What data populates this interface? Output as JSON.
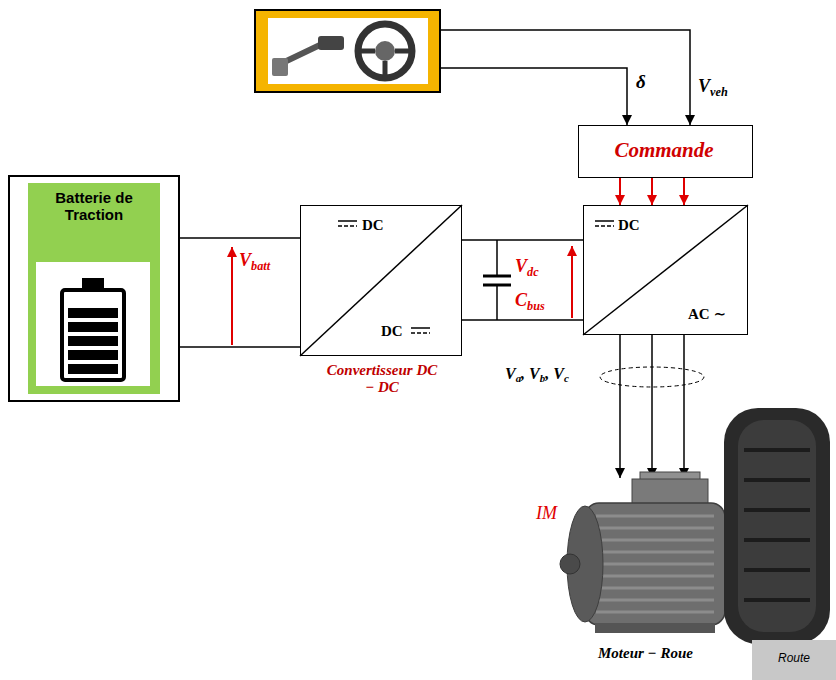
{
  "diagram": {
    "nodes": [
      {
        "text": [
          "Commande"
        ]
      },
      {
        "text": [
          "Batterie de Traction"
        ]
      },
      {
        "text": [
          "DC",
          "DC",
          "Convertisseur DC − DC"
        ]
      },
      {
        "text": [
          "DC",
          "AC ∼"
        ]
      },
      {
        "text": [
          "Route"
        ]
      }
    ],
    "edges": [
      {
        "from": 1,
        "to": 2,
        "arrow": "none"
      },
      {
        "from": 1,
        "to": 2,
        "arrow": "none"
      },
      {
        "from": 2,
        "to": 3,
        "arrow": "none"
      },
      {
        "from": 2,
        "to": 3,
        "arrow": "none"
      },
      {
        "from": 0,
        "to": 3,
        "arrow": "to"
      },
      {
        "from": 0,
        "to": 3,
        "arrow": "to"
      },
      {
        "from": 0,
        "to": 3,
        "arrow": "to"
      }
    ],
    "labels": [
      "δ",
      "Vveh",
      "Vbatt",
      "Vdc",
      "Cbus",
      "Va, Vb, Vc",
      "IM",
      "Moteur − Roue"
    ]
  }
}
